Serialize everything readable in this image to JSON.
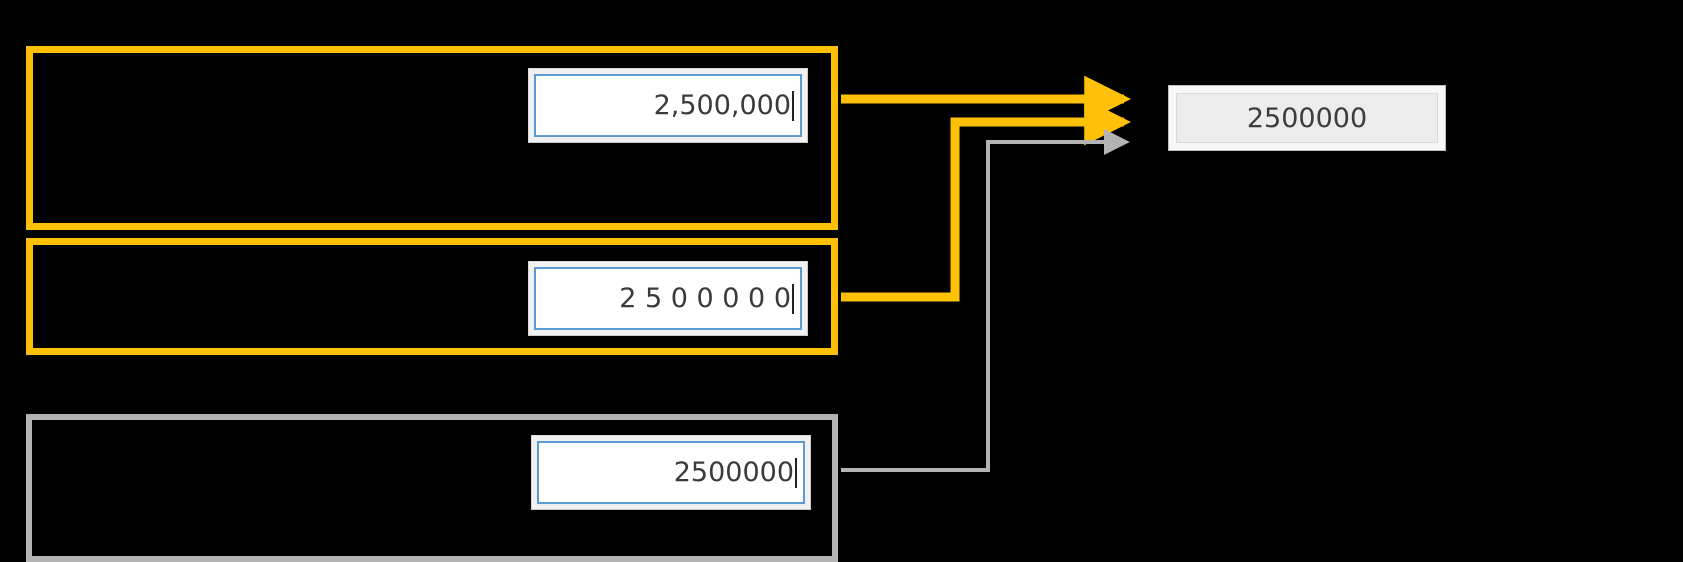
{
  "colors": {
    "background": "#000000",
    "highlight": "#FFC107",
    "neutral": "#B3B3B3",
    "field_border_focus": "#5B9BD5",
    "field_background": "#FFFFFF",
    "output_background": "#ECECEC",
    "text": "#3A3A3A"
  },
  "rows": [
    {
      "id": "row-formatted-commas",
      "highlight": "yellow",
      "field": {
        "name": "amount-input-formatted",
        "value": "2,500,000",
        "has_caret": true,
        "align": "right"
      },
      "connector": {
        "style": "highlight",
        "arrow": true
      }
    },
    {
      "id": "row-spaced-digits",
      "highlight": "yellow",
      "field": {
        "name": "amount-input-spaced",
        "value": "2 5 0 0 0 0 0",
        "has_caret": true,
        "align": "right"
      },
      "connector": {
        "style": "highlight",
        "arrow": true
      }
    },
    {
      "id": "row-plain-digits",
      "highlight": "gray",
      "field": {
        "name": "amount-input-plain",
        "value": "2500000",
        "has_caret": true,
        "align": "right"
      },
      "connector": {
        "style": "neutral",
        "arrow": true
      }
    }
  ],
  "output": {
    "name": "parsed-value-display",
    "value": "2500000"
  }
}
